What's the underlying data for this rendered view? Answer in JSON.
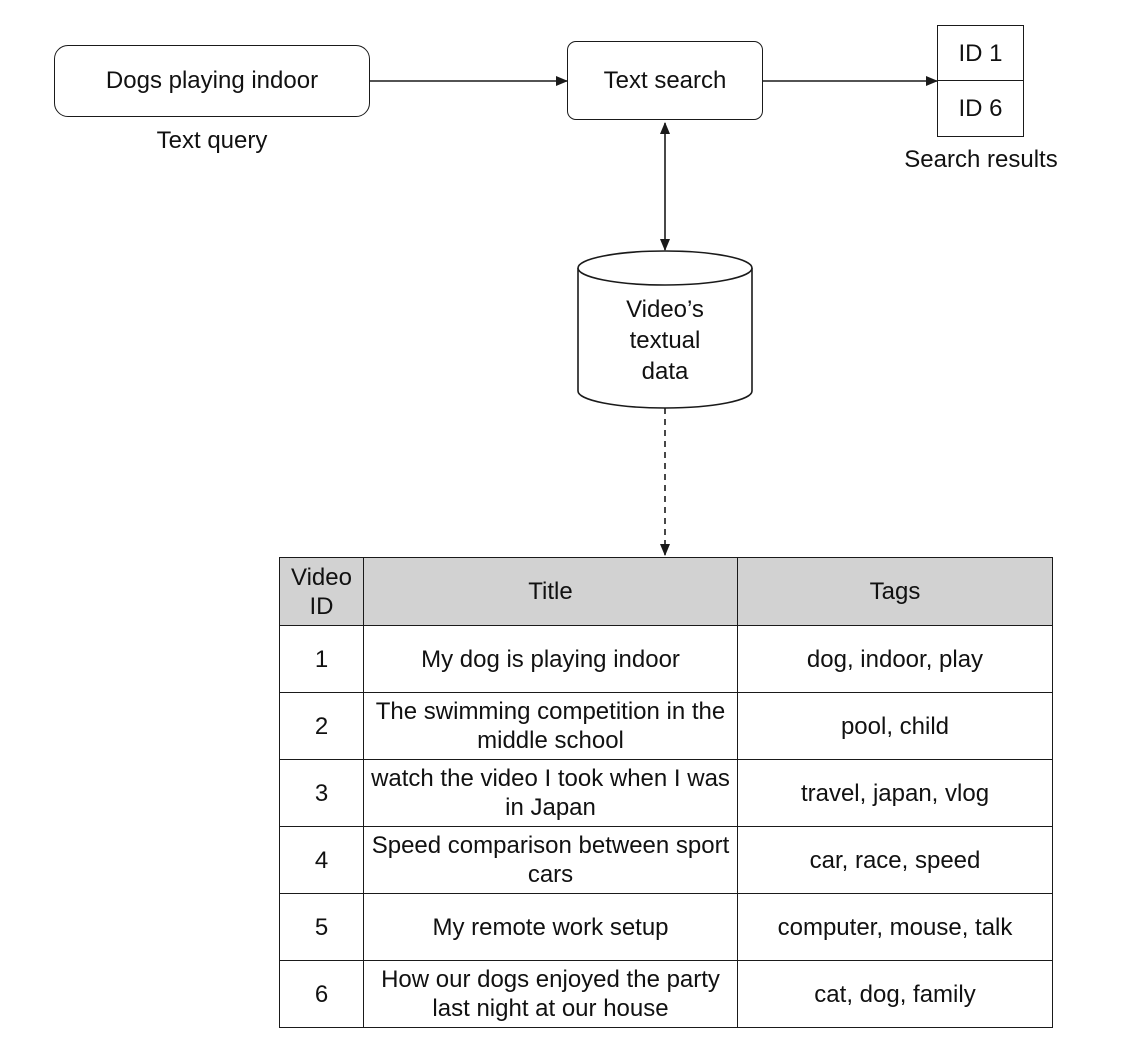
{
  "query": {
    "text": "Dogs playing indoor",
    "caption": "Text query"
  },
  "search": {
    "label": "Text search"
  },
  "results": {
    "items": [
      "ID 1",
      "ID 6"
    ],
    "caption": "Search results"
  },
  "datastore": {
    "lines": [
      "Video’s",
      "textual",
      "data"
    ]
  },
  "table": {
    "headers": [
      "Video ID",
      "Title",
      "Tags"
    ],
    "rows": [
      {
        "id": "1",
        "title": "My dog is playing indoor",
        "tags": "dog, indoor, play"
      },
      {
        "id": "2",
        "title": "The swimming competition in the middle school",
        "tags": "pool, child"
      },
      {
        "id": "3",
        "title": "watch the video I took when I was in Japan",
        "tags": "travel, japan, vlog"
      },
      {
        "id": "4",
        "title": "Speed comparison between sport cars",
        "tags": "car, race, speed"
      },
      {
        "id": "5",
        "title": "My remote work setup",
        "tags": "computer, mouse, talk"
      },
      {
        "id": "6",
        "title": "How our dogs enjoyed the party last night at our house",
        "tags": "cat, dog, family"
      }
    ]
  }
}
